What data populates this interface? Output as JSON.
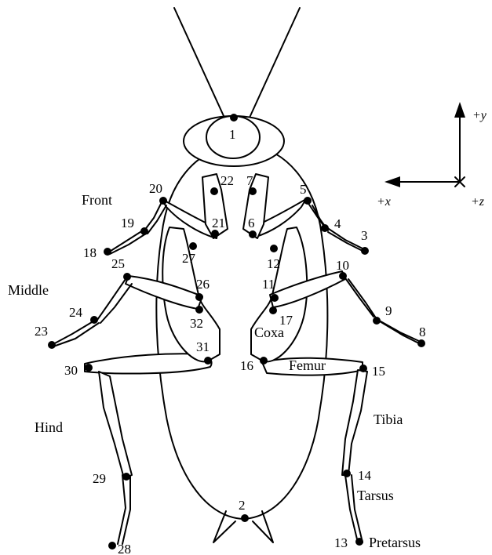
{
  "segment_labels": {
    "front": "Front",
    "middle": "Middle",
    "hind": "Hind"
  },
  "part_labels": {
    "coxa": "Coxa",
    "femur": "Femur",
    "tibia": "Tibia",
    "tarsus": "Tarsus",
    "pretarsus": "Pretarsus"
  },
  "axes": {
    "y": "+y",
    "x": "+x",
    "z": "+z"
  },
  "keypoints": [
    "1",
    "2",
    "3",
    "4",
    "5",
    "6",
    "7",
    "8",
    "9",
    "10",
    "11",
    "12",
    "13",
    "14",
    "15",
    "16",
    "17",
    "18",
    "19",
    "20",
    "21",
    "22",
    "23",
    "24",
    "25",
    "26",
    "27",
    "28",
    "29",
    "30",
    "31",
    "32"
  ]
}
